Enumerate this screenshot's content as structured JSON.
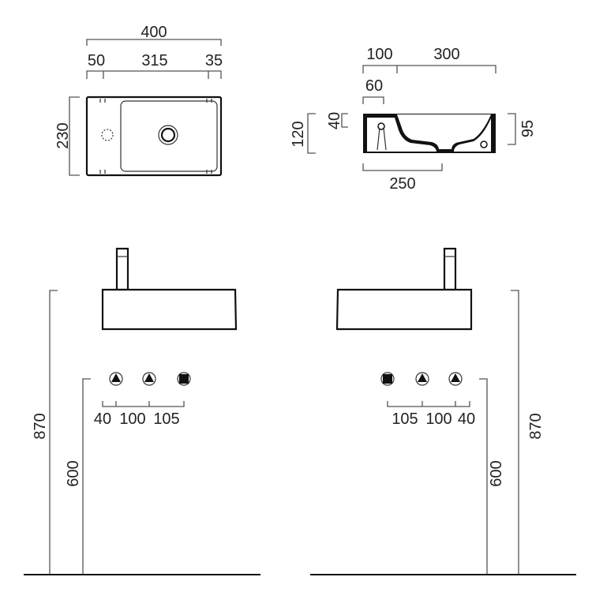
{
  "top_view": {
    "overall_width": "400",
    "left_offset": "50",
    "center": "315",
    "right_offset": "35",
    "depth": "230"
  },
  "section_view": {
    "left": "100",
    "right": "300",
    "hole": "60",
    "hole_depth": "40",
    "height": "120",
    "bowl_depth": "95",
    "bowl_width": "250"
  },
  "front_left": {
    "d1": "40",
    "d2": "100",
    "d3": "105",
    "height_total": "870",
    "height_pipes": "600"
  },
  "front_right": {
    "d1": "105",
    "d2": "100",
    "d3": "40",
    "height_total": "870",
    "height_pipes": "600"
  }
}
